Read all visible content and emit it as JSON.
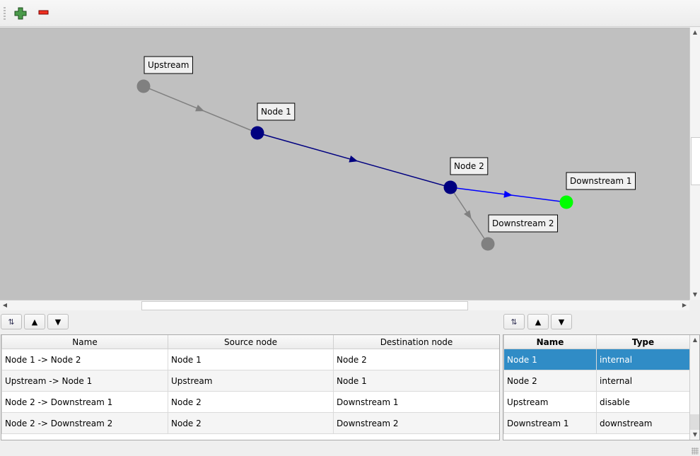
{
  "toolbar": {
    "add_icon": "plus-icon",
    "remove_icon": "minus-icon"
  },
  "graph": {
    "nodes": [
      {
        "name": "Upstream",
        "color": "#808080"
      },
      {
        "name": "Node 1",
        "color": "#000080"
      },
      {
        "name": "Node 2",
        "color": "#000080"
      },
      {
        "name": "Downstream 1",
        "color": "#00ff00"
      },
      {
        "name": "Downstream 2",
        "color": "#808080"
      }
    ],
    "edges": [
      {
        "from": "Upstream",
        "to": "Node 1",
        "color": "#808080"
      },
      {
        "from": "Node 1",
        "to": "Node 2",
        "color": "#000080"
      },
      {
        "from": "Node 2",
        "to": "Downstream 1",
        "color": "#0000ff"
      },
      {
        "from": "Node 2",
        "to": "Downstream 2",
        "color": "#808080"
      }
    ]
  },
  "links_panel": {
    "buttons": {
      "sort_icon": "sort-icon",
      "up_icon": "arrow-up-icon",
      "down_icon": "arrow-down-icon"
    },
    "columns": [
      "Name",
      "Source node",
      "Destination node"
    ],
    "rows": [
      [
        "Node 1 -> Node 2",
        "Node 1",
        "Node 2"
      ],
      [
        "Upstream -> Node 1",
        "Upstream",
        "Node 1"
      ],
      [
        "Node 2 -> Downstream 1",
        "Node 2",
        "Downstream 1"
      ],
      [
        "Node 2 -> Downstream 2",
        "Node 2",
        "Downstream 2"
      ]
    ]
  },
  "nodes_panel": {
    "columns": [
      "Name",
      "Type"
    ],
    "rows": [
      [
        "Node 1",
        "internal"
      ],
      [
        "Node 2",
        "internal"
      ],
      [
        "Upstream",
        "disable"
      ],
      [
        "Downstream 1",
        "downstream"
      ]
    ],
    "selected_row": 0
  }
}
